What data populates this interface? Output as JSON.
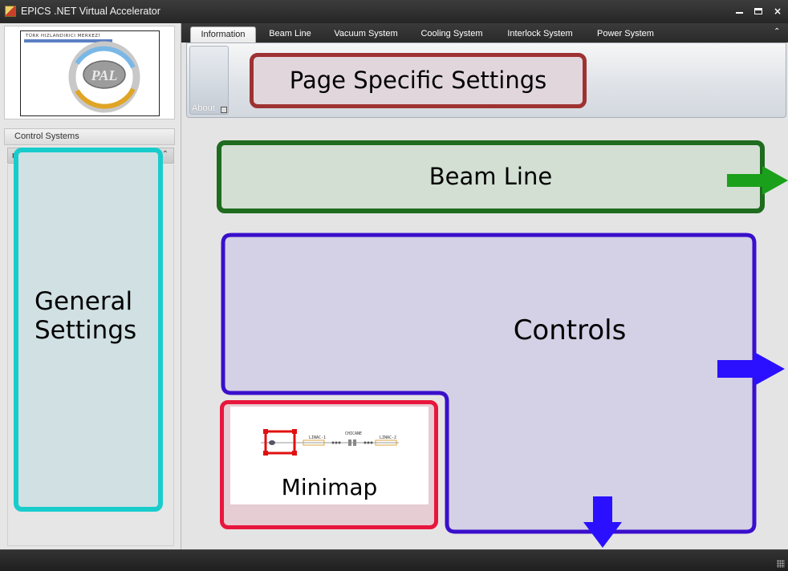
{
  "window": {
    "title": "EPICS .NET Virtual Accelerator",
    "minimize_icon": "minimize-icon",
    "maximize_icon": "maximize-icon",
    "close_glyph": "×"
  },
  "logo": {
    "caption": "TÜRK HIZLANDIRICI MERKEZİ",
    "mark": "PAL"
  },
  "ribbon": {
    "tabs": [
      {
        "label": "Information",
        "active": true
      },
      {
        "label": "Beam Line",
        "active": false
      },
      {
        "label": "Vacuum System",
        "active": false
      },
      {
        "label": "Cooling System",
        "active": false
      },
      {
        "label": "Interlock System",
        "active": false
      },
      {
        "label": "Power System",
        "active": false
      }
    ],
    "collapse_glyph": "⌃",
    "group_label": "About"
  },
  "nav": {
    "header": "Control Systems",
    "group": "navBarGroup1",
    "group_chevron": "⌃"
  },
  "annotations": {
    "page_specific": "Page Specific Settings",
    "general": "General\nSettings",
    "beam_line": "Beam Line",
    "controls": "Controls",
    "minimap": "Minimap"
  },
  "minimap": {
    "labels": [
      "LINAC-1",
      "CHICANE",
      "LINAC-2"
    ]
  },
  "colors": {
    "page_specific_border": "#9e3232",
    "general_border": "#19cccc",
    "beam_line_border": "#1f6b1f",
    "controls_border": "#3a0fcc",
    "minimap_border": "#e8163c",
    "green_arrow": "#1aa01a",
    "blue_arrow": "#2a10ff"
  }
}
